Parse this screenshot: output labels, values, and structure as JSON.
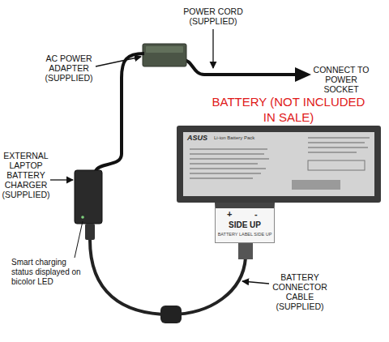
{
  "diagram": {
    "nodes": [
      {
        "text": [
          "BATTERY (NOT INCLUDED IN SALE)",
          "ASUS",
          "Li-ion Battery Pack"
        ]
      },
      {
        "text": [
          "+",
          "-",
          "SIDE UP",
          "BATTERY LABEL SIDE UP"
        ]
      }
    ],
    "labels": [
      "POWER CORD (SUPPLIED)",
      "AC POWER ADAPTER (SUPPLIED)",
      "CONNECT TO POWER SOCKET",
      "EXTERNAL LAPTOP BATTERY CHARGER (SUPPLIED)",
      "Smart charging status displayed on bicolor LED",
      "BATTERY CONNECTOR CABLE (SUPPLIED)"
    ]
  }
}
